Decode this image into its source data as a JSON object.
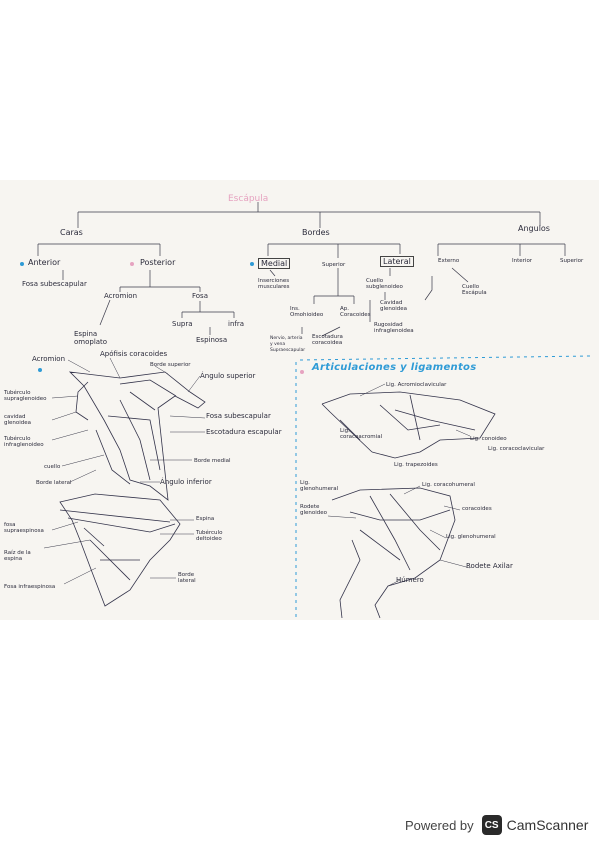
{
  "title": "Escápula",
  "tree": {
    "caras": "Caras",
    "bordes": "Bordes",
    "angulos": "Angulos",
    "anterior": "Anterior",
    "posterior": "Posterior",
    "fosa_subescapular": "Fosa subescapular",
    "acromion_branch": "Acromion",
    "fosa": "Fosa",
    "supra": "Supra",
    "infra": "infra",
    "espina_omoplato": "Espina omoplato",
    "espinosa": "Espinosa",
    "medial": "Medial",
    "superior": "Superior",
    "lateral": "Lateral",
    "inserciones_musculares": "Inserciones musculares",
    "ins_omohioideo": "Ins. Omohioideo",
    "ap_coracoides": "Ap. Coracoides",
    "escotadura_coracoidea": "Escotadura coracoidea",
    "nervio_supraescapular": "Nervio, arteria y vena Supraescapular",
    "cuello_subglenoideo": "Cuello subglenoideo",
    "cavidad_glenoidea": "Cavidad glenoidea",
    "rugosidad_infraglenoidea": "Rugosidad infraglenoidea",
    "externo": "Externo",
    "interior": "Interior",
    "superior_angle": "Superior",
    "cuello_escapula": "Cuello Escápula"
  },
  "fig1": {
    "acromion": "Acromion",
    "apofisis_coracoides": "Apófisis coracoides",
    "borde_superior": "Borde superior",
    "angulo_superior": "Ángulo superior",
    "tuberculo_supraglenoideo": "Tubérculo supraglenoideo",
    "cavidad_glenoidea": "cavidad glenoidea",
    "tuberculo_infraglenoideo": "Tubérculo infraglenoideo",
    "fosa_subescapular": "Fosa subescapular",
    "escotadura_escapular": "Escotadura escapular",
    "borde_medial": "Borde medial",
    "cuello": "cuello",
    "borde_lateral": "Borde lateral",
    "angulo_inferior": "Ángulo inferior"
  },
  "fig2": {
    "espina": "Espina",
    "tuberculo_deltoideo": "Tubérculo deltoideo",
    "fosa_supraespinosa": "fosa supraespinosa",
    "raiz_espina": "Raíz de la espina",
    "fosa_infraespinosa": "Fosa infraespinosa",
    "borde_lateral": "Borde lateral"
  },
  "section2": {
    "heading": "Articulaciones y ligamentos",
    "lig_acromioclavicular": "Lig. Acromioclavicular",
    "lig_coracoclavicular": "Lig. coracoclavicular",
    "lig_conoideo": "Lig. conoideo",
    "lig_trapezoides": "Lig. trapezoides",
    "lig_coracoacromial": "Lig. coracoacromial",
    "lig_coracohumeral": "Lig. coracohumeral",
    "coracoides": "coracoides",
    "lig_glenohumeral_label": "Lig. glenohumeral",
    "lig_glenohumeral": "Lig. glenohumeral",
    "rodete_glenoideo": "Rodete glenoideo",
    "rodete_axilar": "Rodete Axilar",
    "humero": "Húmero"
  },
  "footer": {
    "powered_by": "Powered by",
    "logo": "CS",
    "brand": "CamScanner"
  },
  "colors": {
    "pink": "#e6a3c0",
    "blue": "#2f9bd6",
    "ink": "#2b2b3b"
  }
}
